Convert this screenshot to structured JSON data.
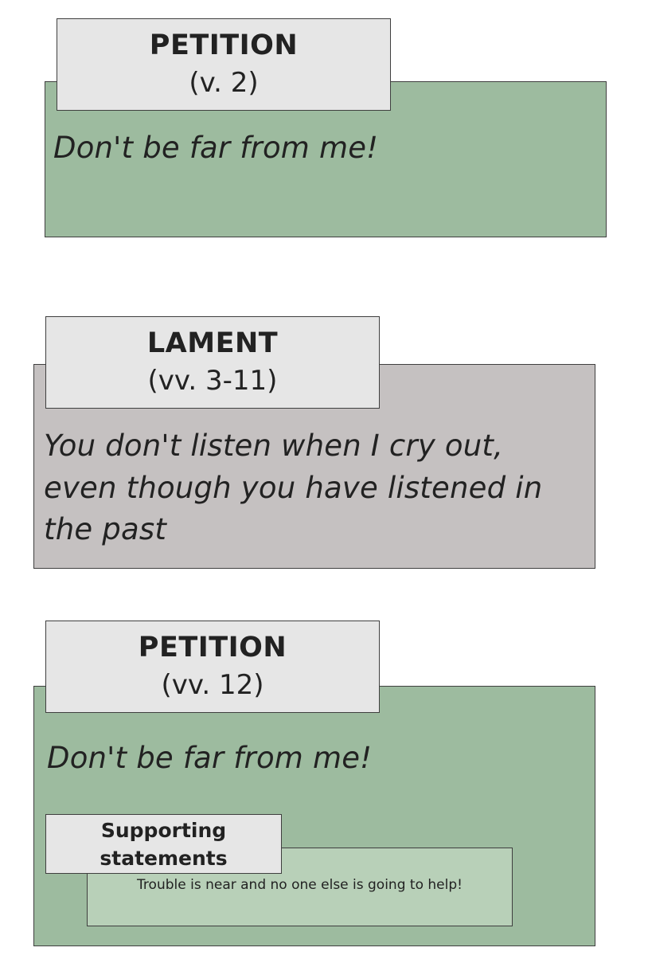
{
  "sections": [
    {
      "heading": "PETITION",
      "verse": "(v. 2)",
      "text": "Don't be far from me!",
      "panel_color": "#9dbb9f"
    },
    {
      "heading": "LAMENT",
      "verse": "(vv. 3-11)",
      "text": "You don't listen when I cry out, even though you have listened in the past",
      "panel_color": "#c5c1c1"
    },
    {
      "heading": "PETITION",
      "verse": "(vv. 12)",
      "text": "Don't be far from me!",
      "panel_color": "#9dbb9f",
      "support": {
        "heading": "Supporting statements",
        "text": "Trouble is near and no one else is going to help!",
        "panel_color": "#b8d0b8"
      }
    }
  ],
  "colors": {
    "label_background": "#e6e6e6",
    "border": "#3f3f3f",
    "text": "#222222"
  }
}
